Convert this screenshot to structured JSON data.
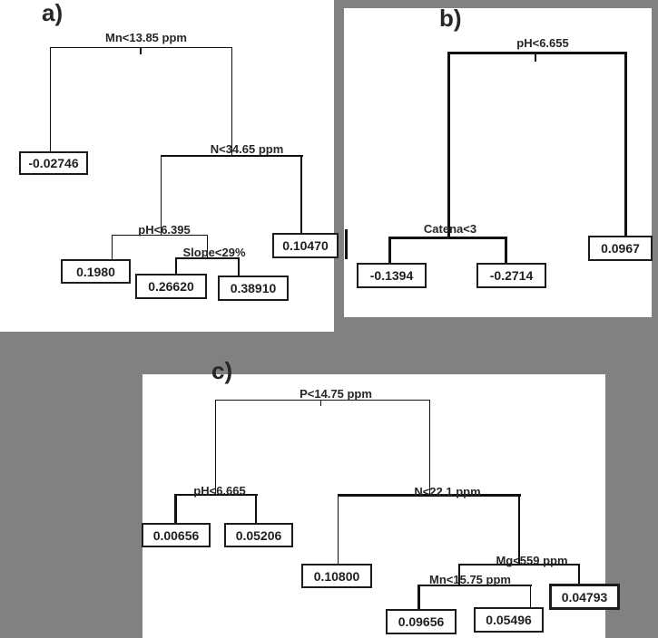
{
  "colors": {
    "background": "#818181",
    "panel": "#ffffff",
    "line": "#101010",
    "text": "#262626"
  },
  "trees": {
    "a": {
      "label": "a)",
      "root": {
        "split": "Mn<13.85 ppm",
        "left": {
          "leaf": "-0.02746"
        },
        "right": {
          "split": "N<34.65 ppm",
          "left": {
            "split": "pH<6.395",
            "left": {
              "leaf": "0.1980"
            },
            "right": {
              "split": "Slope<29%",
              "left": {
                "leaf": "0.26620"
              },
              "right": {
                "leaf": "0.38910"
              }
            }
          },
          "right": {
            "leaf": "0.10470"
          }
        }
      }
    },
    "b": {
      "label": "b)",
      "root": {
        "split": "pH<6.655",
        "left": {
          "split": "Catena<3",
          "left": {
            "leaf": "-0.1394"
          },
          "right": {
            "leaf": "-0.2714"
          }
        },
        "right": {
          "leaf": "0.0967"
        }
      }
    },
    "c": {
      "label": "c)",
      "root": {
        "split": "P<14.75 ppm",
        "left": {
          "split": "pH<6.665",
          "left": {
            "leaf": "0.00656"
          },
          "right": {
            "leaf": "0.05206"
          }
        },
        "right": {
          "split": "N<22.1 ppm",
          "left": {
            "leaf": "0.10800"
          },
          "right": {
            "split": "Mg<559 ppm",
            "left": {
              "split": "Mn<15.75 ppm",
              "left": {
                "leaf": "0.09656"
              },
              "right": {
                "leaf": "0.05496"
              }
            },
            "right": {
              "leaf": "0.04793"
            }
          }
        }
      }
    }
  }
}
